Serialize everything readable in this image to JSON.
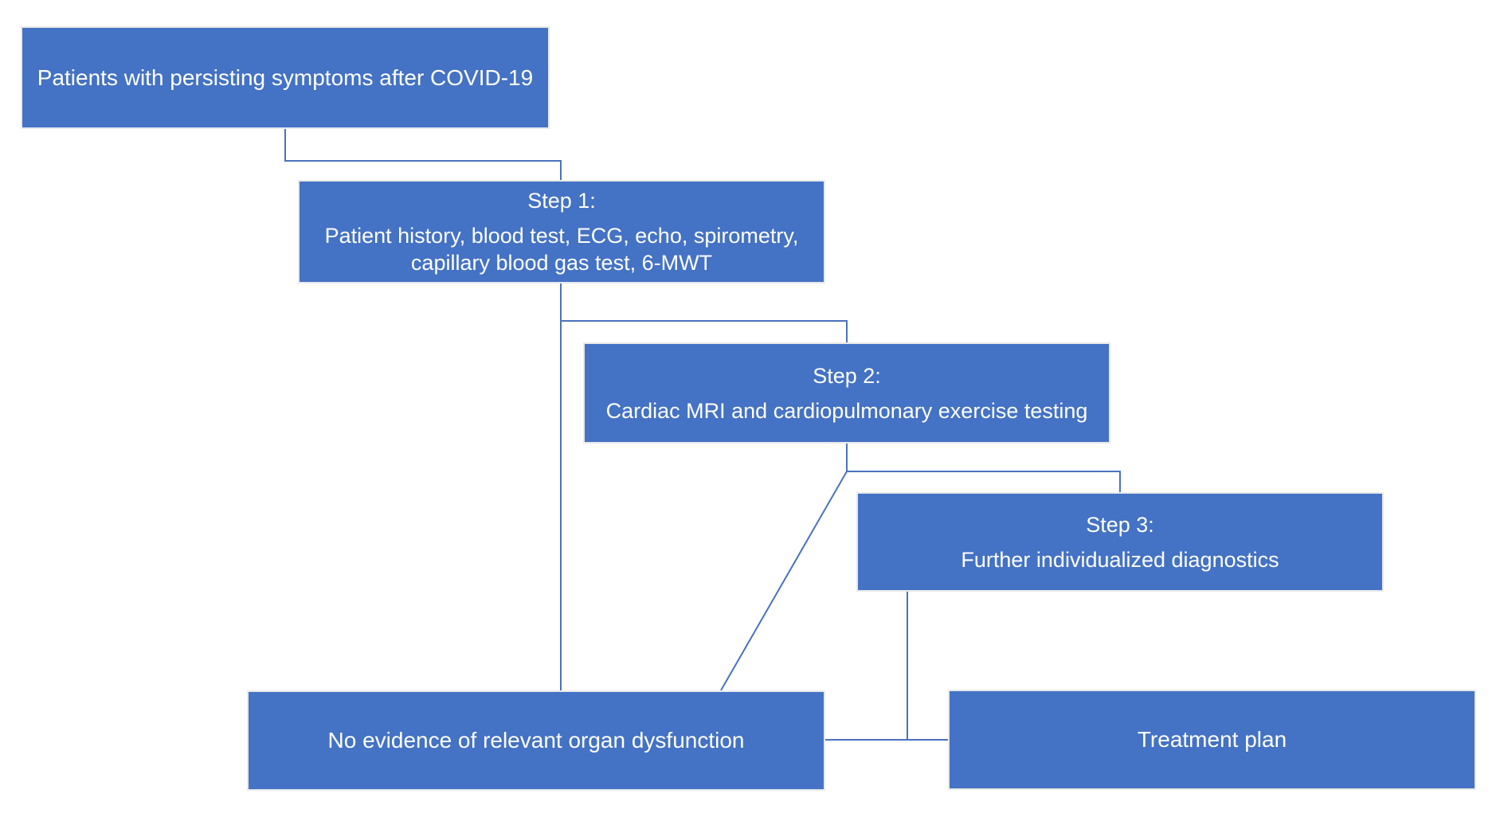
{
  "colors": {
    "box_fill": "#4472C4",
    "box_border": "#E9E9E9",
    "connector": "#4A72BC",
    "text": "#FFFFFF",
    "background": "#FFFFFF"
  },
  "nodes": {
    "patients": {
      "text": "Patients with persisting symptoms after COVID-19"
    },
    "step1": {
      "title": "Step 1:",
      "line1": "Patient history, blood test, ECG, echo, spirometry,",
      "line2": "capillary blood gas test, 6-MWT"
    },
    "step2": {
      "title": "Step 2:",
      "line1": "Cardiac MRI and cardiopulmonary exercise testing"
    },
    "step3": {
      "title": "Step 3:",
      "line1": "Further individualized diagnostics"
    },
    "no_evidence": {
      "text": "No evidence of relevant organ dysfunction"
    },
    "treatment": {
      "text": "Treatment plan"
    }
  }
}
